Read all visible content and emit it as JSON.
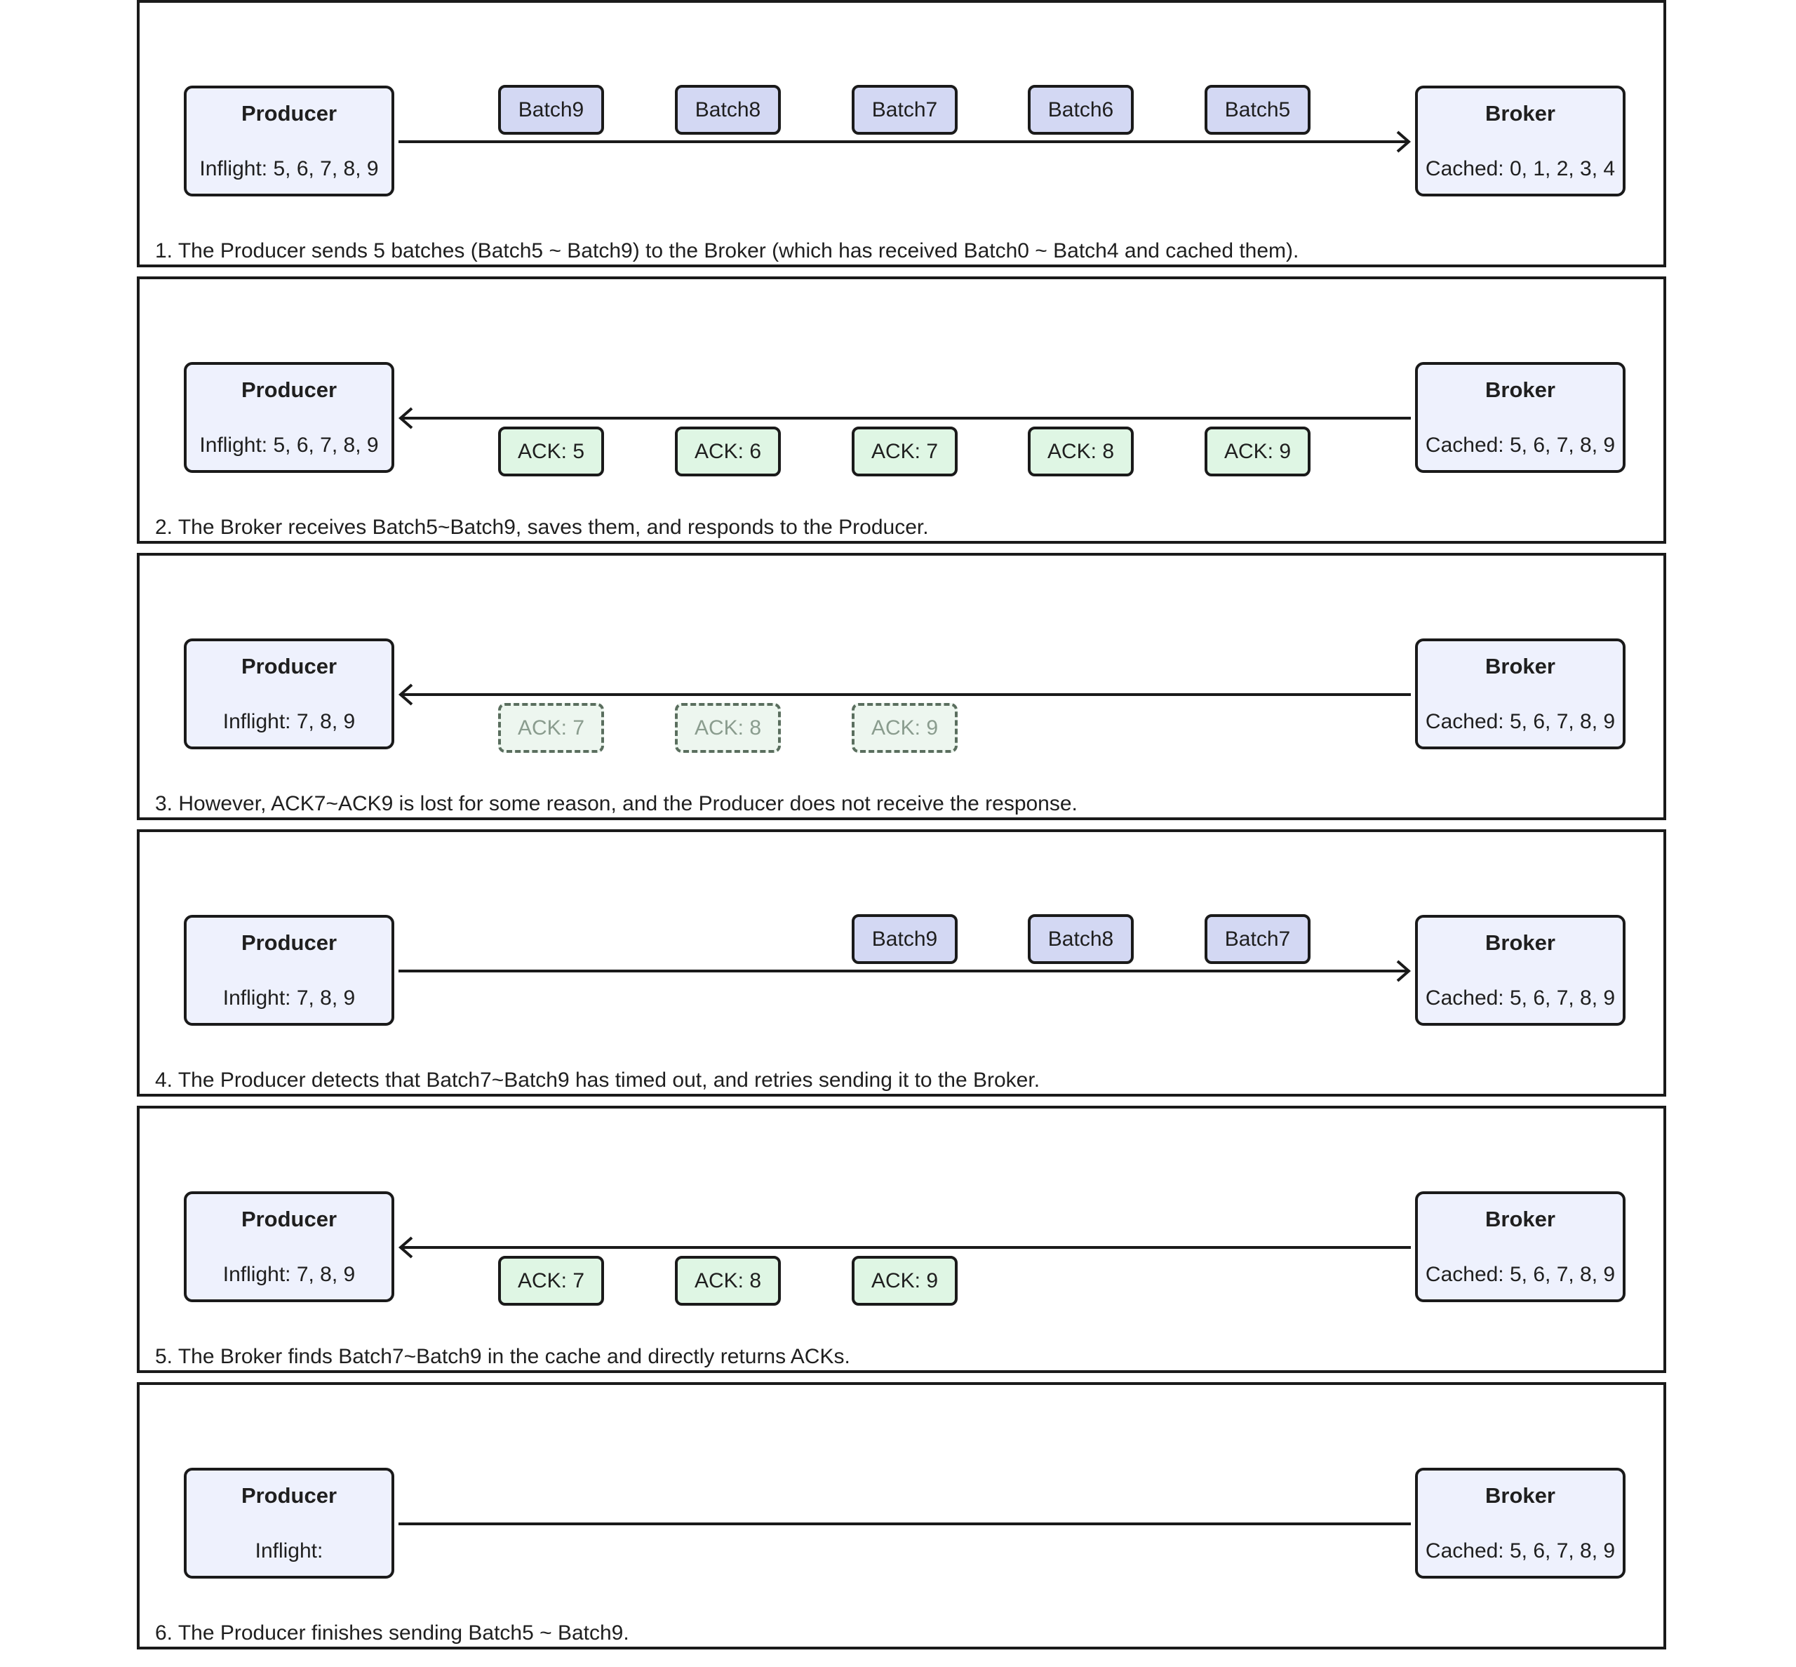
{
  "labels": {
    "producer": "Producer",
    "broker": "Broker"
  },
  "colors": {
    "node_fill": "#eef1fd",
    "batch_fill": "#d3d8f3",
    "ack_fill": "#dff6e4",
    "lost_ack_border": "#5a6e5e",
    "lost_ack_text": "#8a9c8e",
    "stroke": "#1a1a1a"
  },
  "panels": [
    {
      "producer_value": "Inflight: 5, 6, 7, 8, 9",
      "broker_value": "Cached: 0, 1, 2, 3, 4",
      "direction": "to-broker",
      "messages": [
        "Batch9",
        "Batch8",
        "Batch7",
        "Batch6",
        "Batch5"
      ],
      "caption": "1. The Producer sends 5 batches (Batch5 ~ Batch9) to the Broker (which has received Batch0 ~ Batch4 and cached them)."
    },
    {
      "producer_value": "Inflight: 5, 6, 7, 8, 9",
      "broker_value": "Cached: 5, 6, 7, 8, 9",
      "direction": "to-producer",
      "messages": [
        "ACK: 5",
        "ACK: 6",
        "ACK: 7",
        "ACK: 8",
        "ACK: 9"
      ],
      "caption": "2. The Broker receives Batch5~Batch9, saves them, and responds to the Producer."
    },
    {
      "producer_value": "Inflight: 7, 8, 9",
      "broker_value": "Cached: 5, 6, 7, 8, 9",
      "direction": "to-producer",
      "messages": [
        "ACK: 7",
        "ACK: 8",
        "ACK: 9"
      ],
      "messages_lost": true,
      "caption": "3. However, ACK7~ACK9 is lost for some reason, and the Producer does not receive the response."
    },
    {
      "producer_value": "Inflight: 7, 8, 9",
      "broker_value": "Cached: 5, 6, 7, 8, 9",
      "direction": "to-broker",
      "messages": [
        "Batch9",
        "Batch8",
        "Batch7"
      ],
      "caption": "4. The Producer detects that Batch7~Batch9 has timed out, and retries sending it to the Broker."
    },
    {
      "producer_value": "Inflight: 7, 8, 9",
      "broker_value": "Cached: 5, 6, 7, 8, 9",
      "direction": "to-producer",
      "messages": [
        "ACK: 7",
        "ACK: 8",
        "ACK: 9"
      ],
      "caption": "5. The Broker finds Batch7~Batch9 in the cache and directly returns ACKs."
    },
    {
      "producer_value": "Inflight:",
      "broker_value": "Cached: 5, 6, 7, 8, 9",
      "direction": "none",
      "messages": [],
      "caption": "6. The Producer finishes sending Batch5 ~ Batch9."
    }
  ]
}
